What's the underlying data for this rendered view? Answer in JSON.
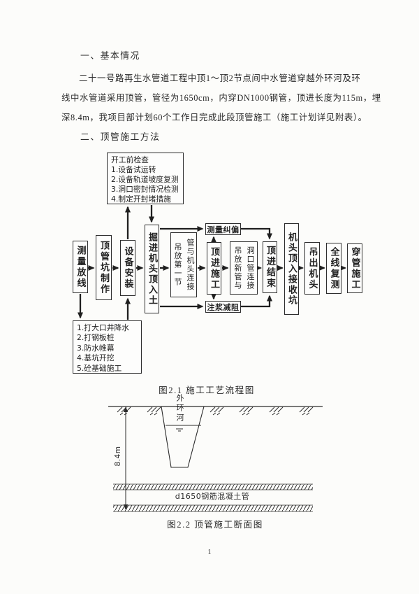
{
  "colors": {
    "ink": "#2a2a2a",
    "paper": "#fcfcfa",
    "line": "#222222"
  },
  "document": {
    "heading_1": "一、基本情况",
    "paragraph_lines": [
      "二十一号路再生水管道工程中顶1～顶2节点间中水管道穿越外环河及环",
      "线中水管道采用顶管，管径为1650cm，内穿DN1000钢管，顶进长度为115m，埋",
      "深8.4m，我项目部计划60个工作日完成此段顶管施工（施工计划详见附表）。"
    ],
    "heading_2": "二、顶管施工方法"
  },
  "flowchart": {
    "caption": "图2.1 施工工艺流程图",
    "pre_start_check": {
      "title": "开工前检查",
      "items": [
        "1.设备试运转",
        "2.设备轨道坡度复测",
        "3.洞口密封情况检测",
        "4.制定开封堵措施"
      ]
    },
    "pit_works": {
      "items": [
        "1.打大口井降水",
        "2.打钢板桩",
        "3.防水帷幕",
        "4.基坑开挖",
        "5.砼基础施工"
      ]
    },
    "steps": [
      {
        "label": "测量放线"
      },
      {
        "label": "顶管坑制作"
      },
      {
        "label": "设备安装"
      },
      {
        "label": "掘进机头顶入土"
      },
      {
        "col_left": "吊放第一节",
        "col_right": "管与机头连接"
      },
      {
        "label": "顶进施工"
      },
      {
        "col_left": "吊放新管与",
        "col_right": "洞口管连接"
      },
      {
        "label": "顶进结束"
      },
      {
        "label": "机头顶入接收坑"
      },
      {
        "label": "吊出机头"
      },
      {
        "label": "全线复测"
      },
      {
        "label": "穿管施工"
      }
    ],
    "branch_top": "测量纠偏",
    "branch_bottom": "注浆减阻"
  },
  "cross_section": {
    "caption": "图2.2 顶管施工断面图",
    "river_label": "外环河",
    "depth_label": "8.4m",
    "pipe_label": "d1650钢筋混凝土管"
  },
  "page": {
    "number": "1"
  }
}
